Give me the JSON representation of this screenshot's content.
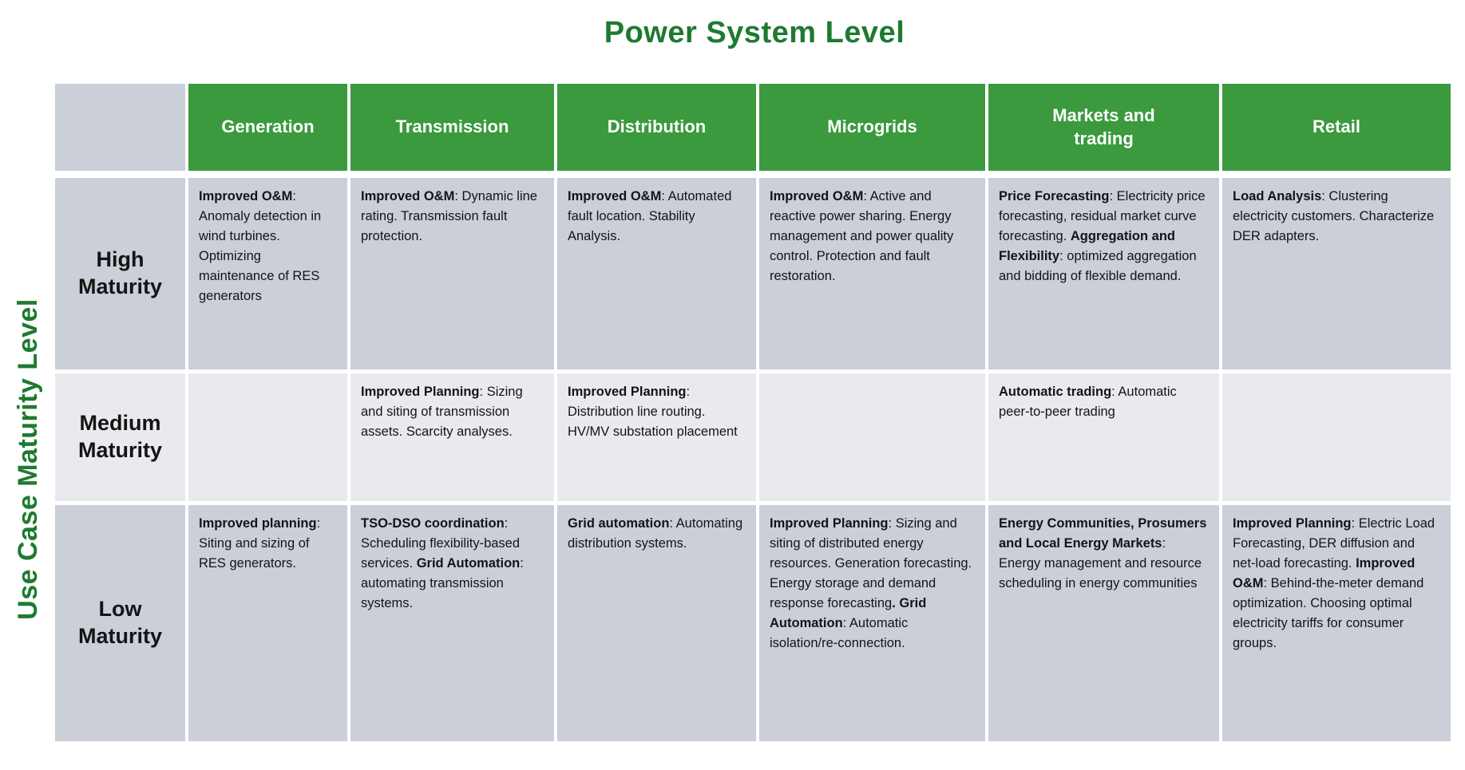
{
  "title": "Power System Level",
  "y_axis_label": "Use Case Maturity Level",
  "colors": {
    "header_green": "#3a9a3d",
    "title_green": "#1e7a31",
    "row_dark": "#cacfd8",
    "row_light": "#e8eaee",
    "text": "#141414",
    "grid_gap_white": "#ffffff"
  },
  "matrix": {
    "columns": [
      "Generation",
      "Transmission",
      "Distribution",
      "Microgrids",
      "Markets and trading",
      "Retail"
    ],
    "rows": [
      {
        "label": "High Maturity",
        "shade": "dark",
        "cells": [
          [
            {
              "b": true,
              "t": "Improved O&M"
            },
            {
              "b": false,
              "t": ": Anomaly detection in wind turbines. Optimizing maintenance of RES generators"
            }
          ],
          [
            {
              "b": true,
              "t": "Improved O&M"
            },
            {
              "b": false,
              "t": ": Dynamic line rating. Transmission fault protection."
            }
          ],
          [
            {
              "b": true,
              "t": "Improved O&M"
            },
            {
              "b": false,
              "t": ": Automated fault location. Stability Analysis."
            }
          ],
          [
            {
              "b": true,
              "t": "Improved O&M"
            },
            {
              "b": false,
              "t": ": Active and reactive power sharing. Energy management and power quality control. Protection and fault restoration."
            }
          ],
          [
            {
              "b": true,
              "t": "Price Forecasting"
            },
            {
              "b": false,
              "t": ": Electricity price forecasting, residual market curve forecasting. "
            },
            {
              "b": true,
              "t": "Aggregation and Flexibility"
            },
            {
              "b": false,
              "t": ": optimized aggregation and bidding of flexible demand."
            }
          ],
          [
            {
              "b": true,
              "t": "Load Analysis"
            },
            {
              "b": false,
              "t": ": Clustering electricity customers. Characterize DER adapters."
            }
          ]
        ]
      },
      {
        "label": "Medium Maturity",
        "shade": "light",
        "cells": [
          [],
          [
            {
              "b": true,
              "t": "Improved Planning"
            },
            {
              "b": false,
              "t": ": Sizing and siting of transmission assets. Scarcity analyses."
            }
          ],
          [
            {
              "b": true,
              "t": "Improved Planning"
            },
            {
              "b": false,
              "t": ": Distribution line routing. HV/MV substation placement"
            }
          ],
          [],
          [
            {
              "b": true,
              "t": "Automatic trading"
            },
            {
              "b": false,
              "t": ": Automatic peer-to-peer trading"
            }
          ],
          []
        ]
      },
      {
        "label": "Low Maturity",
        "shade": "dark",
        "cells": [
          [
            {
              "b": true,
              "t": "Improved planning"
            },
            {
              "b": false,
              "t": ": Siting and sizing of RES generators."
            }
          ],
          [
            {
              "b": true,
              "t": "TSO-DSO coordination"
            },
            {
              "b": false,
              "t": ": Scheduling flexibility-based services. "
            },
            {
              "b": true,
              "t": "Grid Automation"
            },
            {
              "b": false,
              "t": ": automating transmission systems."
            }
          ],
          [
            {
              "b": true,
              "t": "Grid automation"
            },
            {
              "b": false,
              "t": ": Automating distribution systems."
            }
          ],
          [
            {
              "b": true,
              "t": "Improved Planning"
            },
            {
              "b": false,
              "t": ": Sizing and siting of distributed energy resources. Generation forecasting. Energy storage and demand response forecasting"
            },
            {
              "b": true,
              "t": "."
            },
            {
              "b": false,
              "t": " "
            },
            {
              "b": true,
              "t": "Grid Automation"
            },
            {
              "b": false,
              "t": ": Automatic isolation/re-connection."
            }
          ],
          [
            {
              "b": true,
              "t": "Energy Communities, Prosumers and Local Energy Markets"
            },
            {
              "b": false,
              "t": ": Energy management and resource scheduling in energy communities"
            }
          ],
          [
            {
              "b": true,
              "t": "Improved Planning"
            },
            {
              "b": false,
              "t": ": Electric Load Forecasting, DER diffusion and net-load forecasting. "
            },
            {
              "b": true,
              "t": "Improved O&M"
            },
            {
              "b": false,
              "t": ": Behind-the-meter demand optimization. Choosing optimal electricity tariffs for consumer groups."
            }
          ]
        ]
      }
    ]
  },
  "chart_data": {
    "type": "table",
    "title": "Power System Level",
    "xlabel": "Power System Level",
    "ylabel": "Use Case Maturity Level",
    "columns": [
      "Generation",
      "Transmission",
      "Distribution",
      "Microgrids",
      "Markets and trading",
      "Retail"
    ],
    "row_labels": [
      "High Maturity",
      "Medium Maturity",
      "Low Maturity"
    ],
    "rows": [
      [
        "Improved O&M: Anomaly detection in wind turbines. Optimizing maintenance of RES generators",
        "Improved O&M: Dynamic line rating. Transmission fault protection.",
        "Improved O&M: Automated fault location. Stability Analysis.",
        "Improved O&M: Active and reactive power sharing. Energy management and power quality control. Protection and fault restoration.",
        "Price Forecasting: Electricity price forecasting, residual market curve forecasting. Aggregation and Flexibility: optimized aggregation and bidding of flexible demand.",
        "Load Analysis: Clustering electricity customers. Characterize DER adapters."
      ],
      [
        "",
        "Improved Planning: Sizing and siting of transmission assets. Scarcity analyses.",
        "Improved Planning: Distribution line routing. HV/MV substation placement",
        "",
        "Automatic trading: Automatic peer-to-peer trading",
        ""
      ],
      [
        "Improved planning: Siting and sizing of RES generators.",
        "TSO-DSO coordination: Scheduling flexibility-based services. Grid Automation: automating transmission systems.",
        "Grid automation: Automating distribution systems.",
        "Improved Planning: Sizing and siting of distributed energy resources. Generation forecasting. Energy storage and demand response forecasting. Grid Automation: Automatic isolation/re-connection.",
        "Energy Communities, Prosumers and Local Energy Markets: Energy management and resource scheduling in energy communities",
        "Improved Planning: Electric Load Forecasting, DER diffusion and net-load forecasting. Improved O&M: Behind-the-meter demand optimization. Choosing optimal electricity tariffs for consumer groups."
      ]
    ]
  }
}
